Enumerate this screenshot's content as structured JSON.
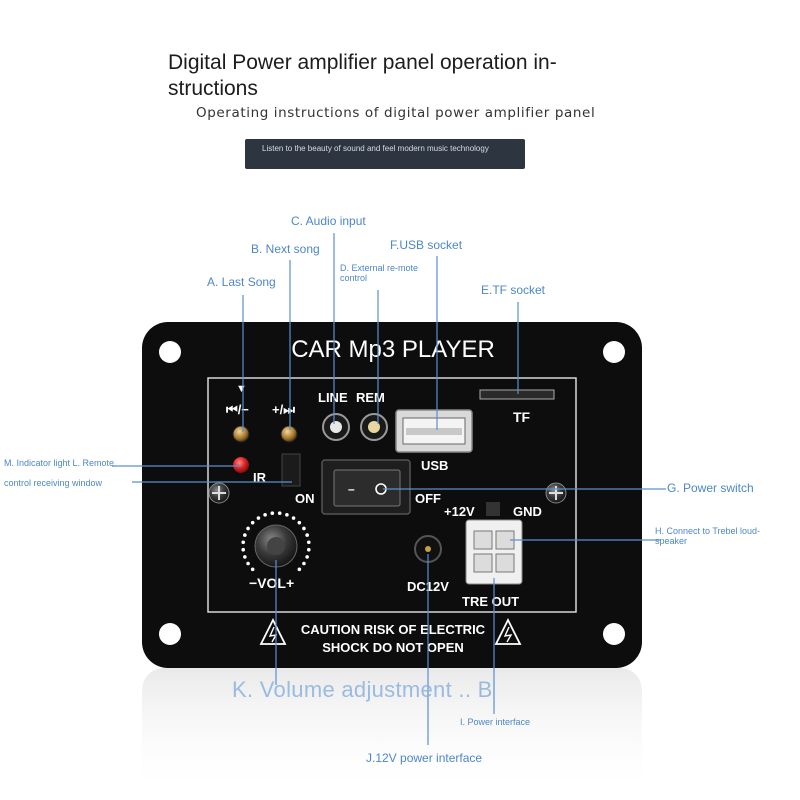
{
  "header": {
    "title": "Digital Power amplifier panel operation in-structions",
    "subtitle": "Operating instructions of digital power amplifier panel",
    "banner": "Listen to the beauty of sound and feel modern music technology"
  },
  "panel": {
    "product_name": "CAR Mp3 PLAYER",
    "prev_label": "⏮/−",
    "next_label": "+/⏭",
    "line_label": "LINE",
    "rem_label": "REM",
    "tf_label": "TF",
    "usb_label": "USB",
    "ir_label": "IR",
    "on_label": "ON",
    "off_label": "OFF",
    "v12_label": "+12V",
    "gnd_label": "GND",
    "vol_label": "−VOL+",
    "dc_label": "DC12V",
    "tre_label": "TRE OUT",
    "caution_line1": "CAUTION RISK OF ELECTRIC",
    "caution_line2": "SHOCK DO NOT OPEN"
  },
  "callouts": {
    "audio_input": "C. Audio input",
    "next_song": "B. Next song",
    "usb_socket": "F.USB socket",
    "external_remote": "D. External re-mote control",
    "last_song": "A. Last Song",
    "tf_socket": "E.TF socket",
    "indicator_1": "M. Indicator light L. Remote",
    "indicator_2": "control receiving window",
    "power_switch": "G. Power switch",
    "trebel_1": "H. Connect to Trebel loud-",
    "trebel_2": "speaker",
    "volume_adjustment": "K. Volume adjustment .. B",
    "power_interface": "I. Power interface",
    "power_12v": "J.12V power interface"
  },
  "colors": {
    "callout_text": "#4c87c9",
    "callout_line": "#5b8fd0",
    "panel_bg": "#0d0d0d",
    "indicator_led": "#e02424"
  }
}
